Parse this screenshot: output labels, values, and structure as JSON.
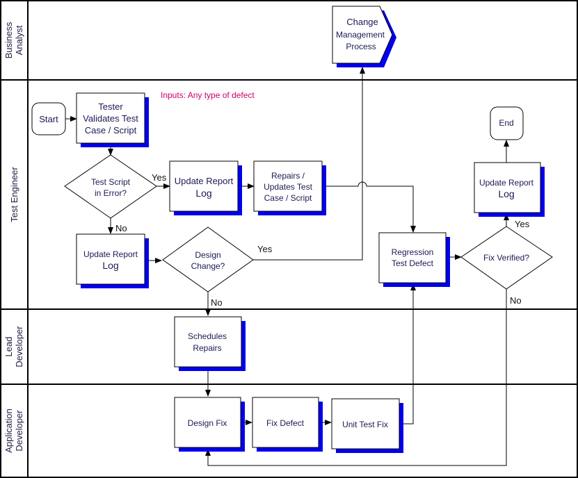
{
  "lanes": {
    "business_analyst": [
      "Business",
      "Analyst"
    ],
    "test_engineer": [
      "Test Engineer"
    ],
    "lead_developer": [
      "Lead",
      "Developer"
    ],
    "application_developer": [
      "Application",
      "Developer"
    ]
  },
  "note": "Inputs: Any type of defect",
  "nodes": {
    "change_mgmt": [
      "Change",
      "Management",
      "Process"
    ],
    "start": [
      "Start"
    ],
    "tester_validates": [
      "Tester",
      "Validates Test",
      "Case / Script"
    ],
    "test_script_error": [
      "Test Script",
      "in Error?"
    ],
    "update_log_1": [
      "Update Report",
      "Log"
    ],
    "repairs_updates": [
      "Repairs /",
      "Updates Test",
      "Case / Script"
    ],
    "update_log_2": [
      "Update Report",
      "Log"
    ],
    "design_change": [
      "Design",
      "Change?"
    ],
    "regression": [
      "Regression",
      "Test Defect"
    ],
    "fix_verified": [
      "Fix Verified?"
    ],
    "update_log_3": [
      "Update Report",
      "Log"
    ],
    "end": [
      "End"
    ],
    "schedules": [
      "Schedules",
      "Repairs"
    ],
    "design_fix": [
      "Design Fix"
    ],
    "fix_defect": [
      "Fix Defect"
    ],
    "unit_test": [
      "Unit Test Fix"
    ]
  },
  "edge_labels": {
    "yes_1": "Yes",
    "no_1": "No",
    "yes_2": "Yes",
    "no_2": "No",
    "yes_3": "Yes",
    "no_3": "No"
  }
}
